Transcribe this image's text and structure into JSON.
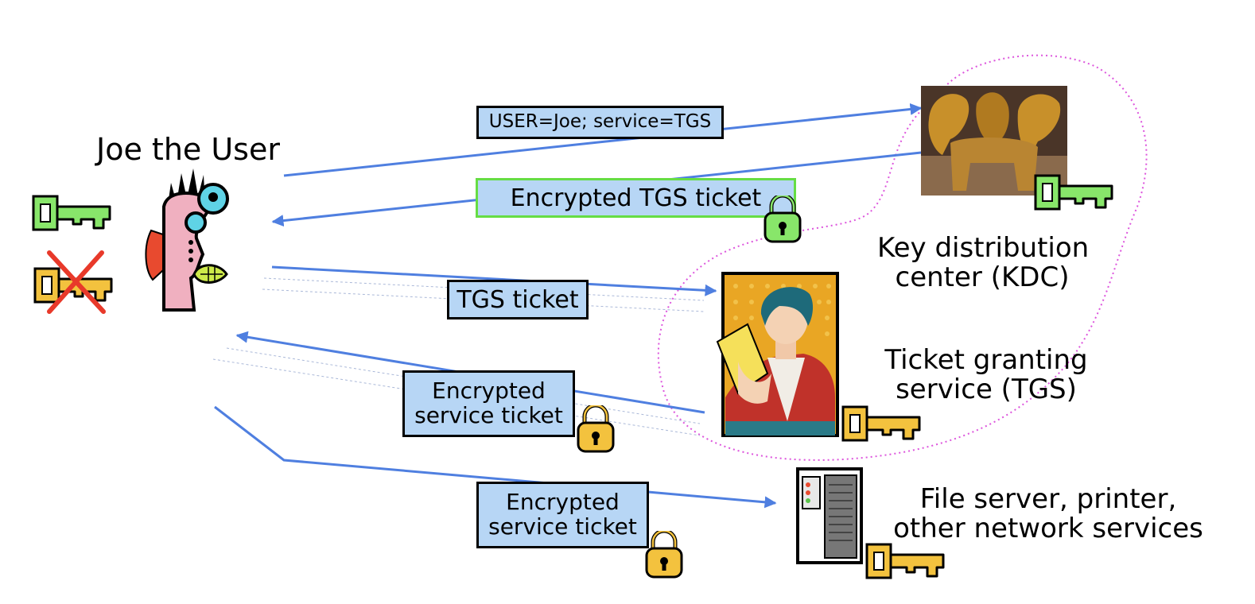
{
  "user_label": "Joe the User",
  "kdc_label": [
    "Key distribution",
    "center (KDC)"
  ],
  "tgs_label": [
    "Ticket granting",
    "service (TGS)"
  ],
  "services_label": [
    "File server, printer,",
    "other network services"
  ],
  "messages": {
    "m1": "USER=Joe; service=TGS",
    "m2": "Encrypted TGS ticket",
    "m3": "TGS ticket",
    "m4": [
      "Encrypted",
      "service ticket"
    ],
    "m5": [
      "Encrypted",
      "service ticket"
    ]
  },
  "colors": {
    "arrow": "#4f7fe0",
    "message_fill": "#b7d6f5",
    "green_key": "#88e66a",
    "gold_key": "#f3c23e",
    "kdc_boundary": "#dd55dd"
  }
}
